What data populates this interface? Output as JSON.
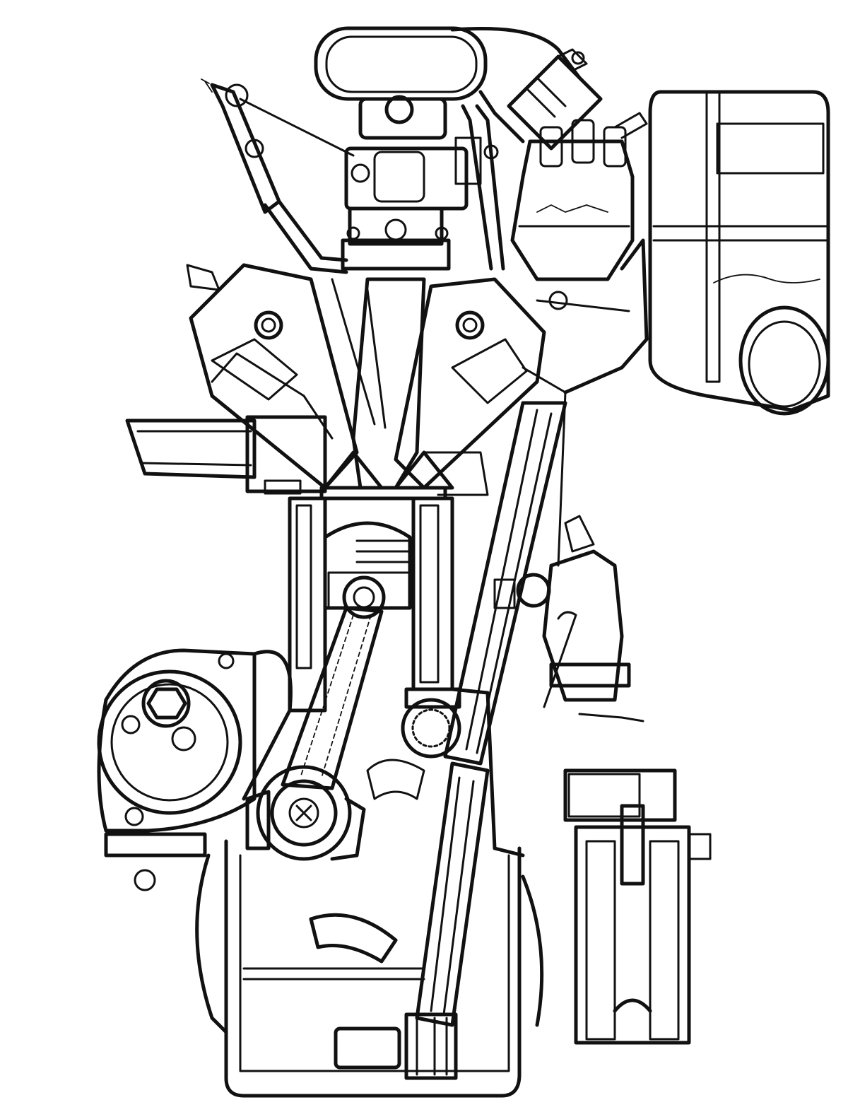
{
  "figure": {
    "type": "engine-cutaway-drawing",
    "colors": {
      "ink": "#111111",
      "paper": "#ffffff",
      "hatch": "#111111"
    },
    "components": [
      {
        "id": "air-cleaner",
        "icon": "air-cleaner-icon"
      },
      {
        "id": "carburetor",
        "icon": "carburetor-icon"
      },
      {
        "id": "throttle-linkage",
        "icon": "linkage-icon"
      },
      {
        "id": "distributor",
        "icon": "distributor-icon"
      },
      {
        "id": "ignition-coil",
        "icon": "coil-icon"
      },
      {
        "id": "fuel-tank",
        "icon": "tank-icon"
      },
      {
        "id": "cylinder-head",
        "icon": "cylinder-head-icon"
      },
      {
        "id": "exhaust-pipe",
        "icon": "pipe-icon"
      },
      {
        "id": "piston",
        "icon": "piston-icon"
      },
      {
        "id": "connecting-rod",
        "icon": "connecting-rod-icon"
      },
      {
        "id": "crankshaft",
        "icon": "crankshaft-icon"
      },
      {
        "id": "camshaft",
        "icon": "camshaft-icon"
      },
      {
        "id": "pushrod",
        "icon": "pushrod-icon"
      },
      {
        "id": "fuel-pump",
        "icon": "pump-icon"
      },
      {
        "id": "oil-filter",
        "icon": "filter-icon"
      },
      {
        "id": "starter-pulley",
        "icon": "pulley-icon"
      },
      {
        "id": "oil-sump",
        "icon": "sump-icon"
      },
      {
        "id": "oil-pump",
        "icon": "oil-pump-icon"
      }
    ]
  }
}
